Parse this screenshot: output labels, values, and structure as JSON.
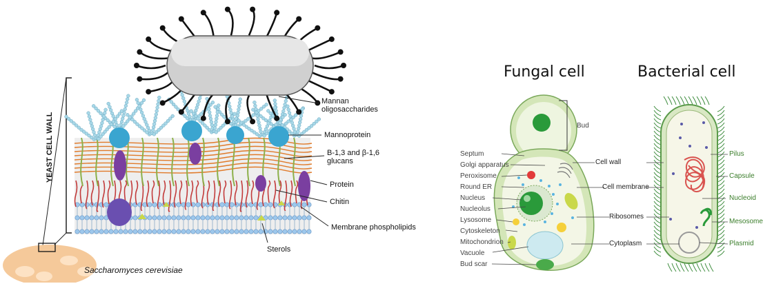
{
  "left_diagram": {
    "vertical_label": "YEAST CELL WALL",
    "labels": {
      "mannan": "Mannan\noligosaccharides",
      "mannoprotein": "Mannoprotein",
      "glucans": "Β-1,3 and β-1,6\nglucans",
      "protein": "Protein",
      "chitin": "Chitin",
      "membrane": "Membrane phospholipids",
      "sterols": "Sterols",
      "species": "Saccharomyces cerevisiae"
    }
  },
  "right_diagram": {
    "fungal_title": "Fungal cell",
    "bacterial_title": "Bacterial cell",
    "fungal_left_labels": [
      "Septum",
      "Golgi apparatus",
      "Peroxisome",
      "Round ER",
      "Nucleus",
      "Nucleolus",
      "Lysosome",
      "Cytoskeleton",
      "Mitochondrion",
      "Vacuole",
      "Bud scar"
    ],
    "bud_label": "Bud",
    "middle_labels": [
      "Cell wall",
      "Cell membrane",
      "Ribosomes",
      "Cytoplasm"
    ],
    "bacterial_labels": [
      "Pilus",
      "Capsule",
      "Nucleoid",
      "Mesosome",
      "Plasmid"
    ]
  },
  "colors": {
    "mannan_bead": "#a8d8e8",
    "mannoprotein": "#3aa5d0",
    "glucan": "#e07a2a",
    "protein": "#7a3fa0",
    "chitin": "#c23a3a",
    "membrane_head": "#9ec8ec",
    "cell_fill": "#e8f0d8",
    "cell_border": "#7aa85a",
    "green_label": "#3a7d2a"
  }
}
